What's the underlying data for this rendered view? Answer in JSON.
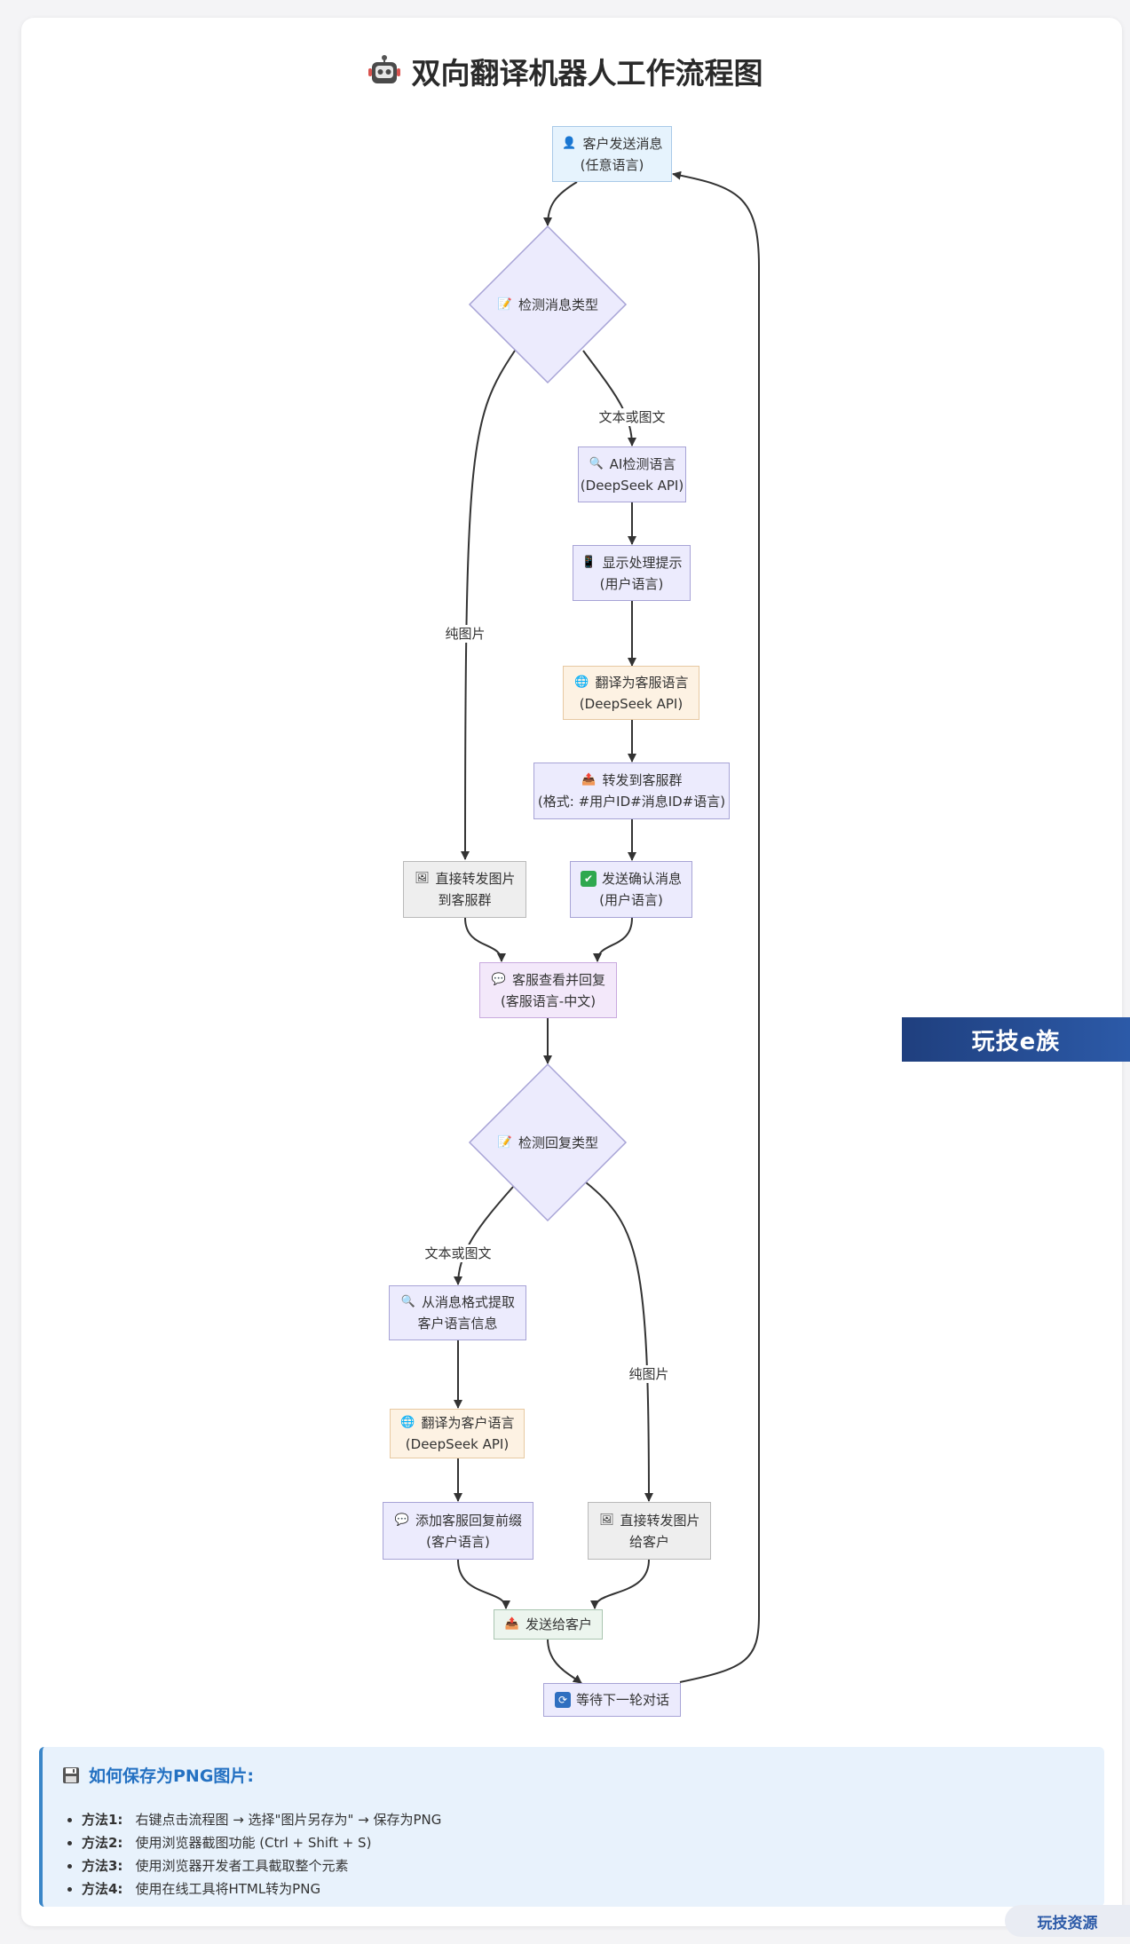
{
  "title": "双向翻译机器人工作流程图",
  "nodes": {
    "customer_send": {
      "line1": "客户发送消息",
      "line2": "(任意语言)"
    },
    "detect_msg_type": {
      "label": "检测消息类型"
    },
    "ai_detect_lang": {
      "line1": "AI检测语言",
      "line2": "(DeepSeek API)"
    },
    "show_processing": {
      "line1": "显示处理提示",
      "line2": "(用户语言)"
    },
    "translate_to_agent": {
      "line1": "翻译为客服语言",
      "line2": "(DeepSeek API)"
    },
    "forward_to_group": {
      "line1": "转发到客服群",
      "line2": "(格式: #用户ID#消息ID#语言)"
    },
    "forward_image_group": {
      "line1": "直接转发图片",
      "line2": "到客服群"
    },
    "send_confirm": {
      "line1": "发送确认消息",
      "line2": "(用户语言)"
    },
    "agent_reply": {
      "line1": "客服查看并回复",
      "line2": "(客服语言-中文)"
    },
    "detect_reply_type": {
      "label": "检测回复类型"
    },
    "extract_lang": {
      "line1": "从消息格式提取",
      "line2": "客户语言信息"
    },
    "translate_to_customer": {
      "line1": "翻译为客户语言",
      "line2": "(DeepSeek API)"
    },
    "add_prefix": {
      "line1": "添加客服回复前缀",
      "line2": "(客户语言)"
    },
    "forward_image_customer": {
      "line1": "直接转发图片",
      "line2": "给客户"
    },
    "send_to_customer": {
      "label": "发送给客户"
    },
    "wait_next": {
      "label": "等待下一轮对话"
    }
  },
  "edge_labels": {
    "text_or_image_1": "文本或图文",
    "image_only_1": "纯图片",
    "text_or_image_2": "文本或图文",
    "image_only_2": "纯图片"
  },
  "banner": "玩技e族",
  "tips": {
    "heading": "如何保存为PNG图片:",
    "items": [
      {
        "label": "方法1:",
        "text": "右键点击流程图 → 选择\"图片另存为\" → 保存为PNG"
      },
      {
        "label": "方法2:",
        "text": "使用浏览器截图功能 (Ctrl + Shift + S)"
      },
      {
        "label": "方法3:",
        "text": "使用浏览器开发者工具截取整个元素"
      },
      {
        "label": "方法4:",
        "text": "使用在线工具将HTML转为PNG"
      }
    ]
  },
  "watermark": "玩技资源",
  "icons": {
    "title": "robot-icon",
    "customer_send": "user-icon",
    "detect": "memo-icon",
    "search": "magnifier-icon",
    "phone": "mobile-phone-icon",
    "globe": "globe-icon",
    "outbox": "outbox-tray-icon",
    "image": "framed-picture-icon",
    "check": "check-mark-icon",
    "speech": "speech-bubble-icon",
    "loop": "repeat-icon",
    "save": "floppy-disk-icon"
  },
  "colors": {
    "default_node": "#ecebfd",
    "blue_node": "#e6f3fd",
    "orange_node": "#fdf2e3",
    "gray_node": "#eeeeee",
    "pink_node": "#f3e8fa",
    "green_node": "#ecf5ee",
    "edge": "#333333",
    "tips_accent": "#2471c2"
  }
}
